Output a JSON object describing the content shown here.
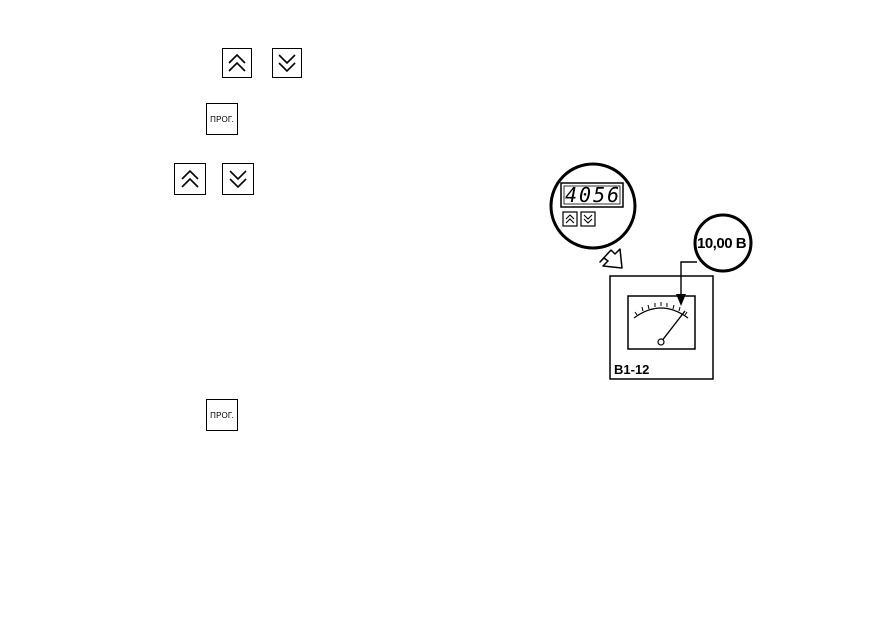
{
  "left_column": {
    "prog_key_label": "ПРОГ.",
    "up_key_icon": "double-chevron-up-icon",
    "down_key_icon": "double-chevron-down-icon"
  },
  "device": {
    "display_value": "4056",
    "up_key_icon": "double-chevron-up-icon",
    "down_key_icon": "double-chevron-down-icon"
  },
  "voltage_callout": {
    "label": "10,00 В"
  },
  "meter": {
    "label": "В1-12"
  }
}
